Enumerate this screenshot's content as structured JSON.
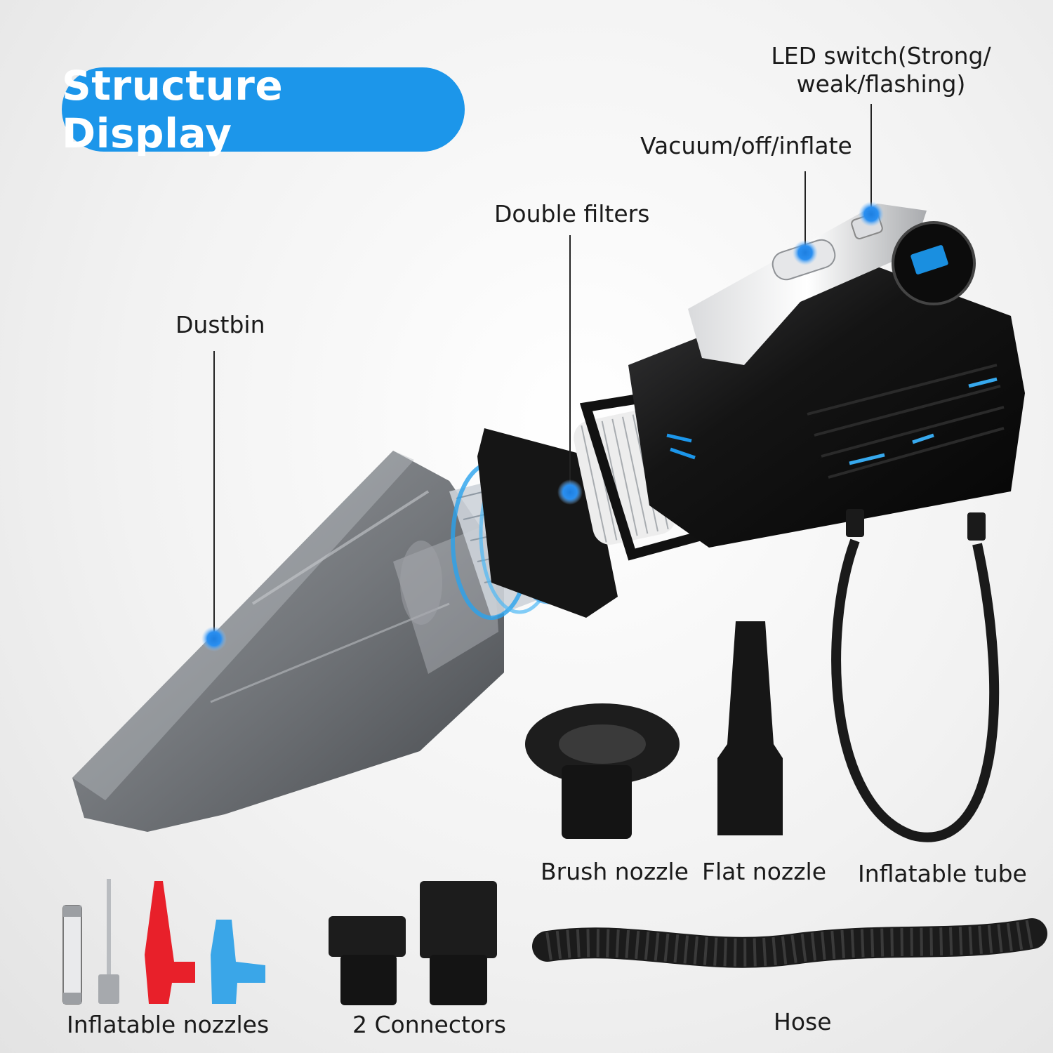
{
  "title": "Structure Display",
  "callouts": {
    "led_switch_line1": "LED switch(Strong/",
    "led_switch_line2": "weak/flashing)",
    "vacuum_switch": "Vacuum/off/inflate",
    "double_filters": "Double filters",
    "dustbin": "Dustbin"
  },
  "accessories": {
    "brush_nozzle": "Brush nozzle",
    "flat_nozzle": "Flat nozzle",
    "inflatable_tube": "Inflatable tube",
    "inflatable_nozzles": "Inflatable nozzles",
    "connectors": "2 Connectors",
    "hose": "Hose"
  },
  "colors": {
    "accent": "#1c96ea",
    "callout_dot": "#1e7fe0",
    "body_black": "#121212",
    "dustbin_smoke": "#5d6166",
    "nozzle_red": "#e8202a",
    "nozzle_blue": "#3aa6e8"
  }
}
